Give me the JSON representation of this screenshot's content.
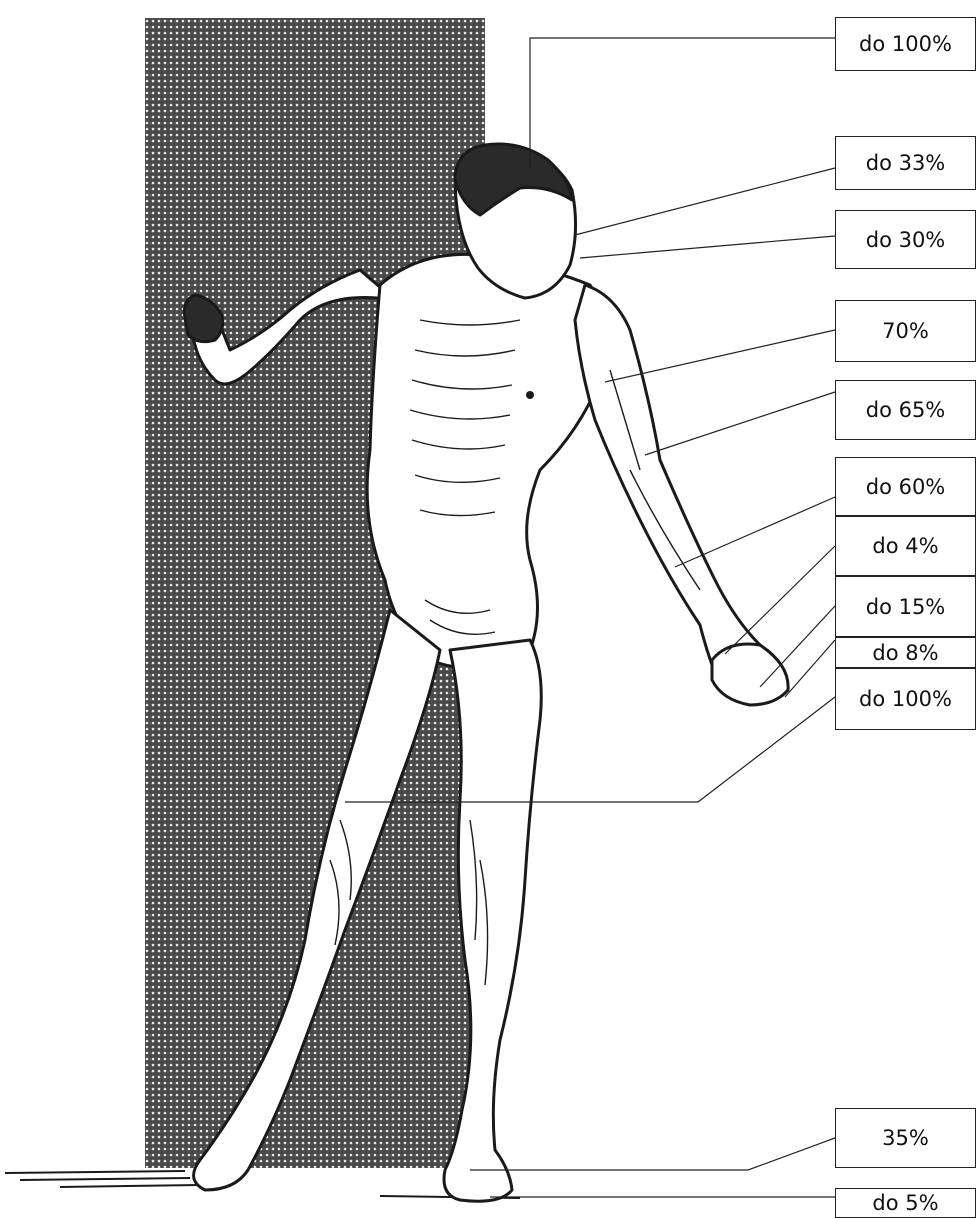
{
  "labels": [
    {
      "key": "head",
      "text": "do 100%"
    },
    {
      "key": "eye",
      "text": "do 33%"
    },
    {
      "key": "mouth",
      "text": "do 30%"
    },
    {
      "key": "shoulder",
      "text": "70%"
    },
    {
      "key": "upper-arm",
      "text": "do 65%"
    },
    {
      "key": "forearm",
      "text": "do 60%"
    },
    {
      "key": "palm",
      "text": "do 4%"
    },
    {
      "key": "fingers",
      "text": "do 15%"
    },
    {
      "key": "thumb",
      "text": "do 8%"
    },
    {
      "key": "thigh",
      "text": "do 100%"
    },
    {
      "key": "ankle",
      "text": "35%"
    },
    {
      "key": "toes",
      "text": "do 5%"
    }
  ],
  "colors": {
    "ink": "#1a1a1a",
    "panel_dots": "#3a3a3a",
    "box_border": "#222222"
  }
}
